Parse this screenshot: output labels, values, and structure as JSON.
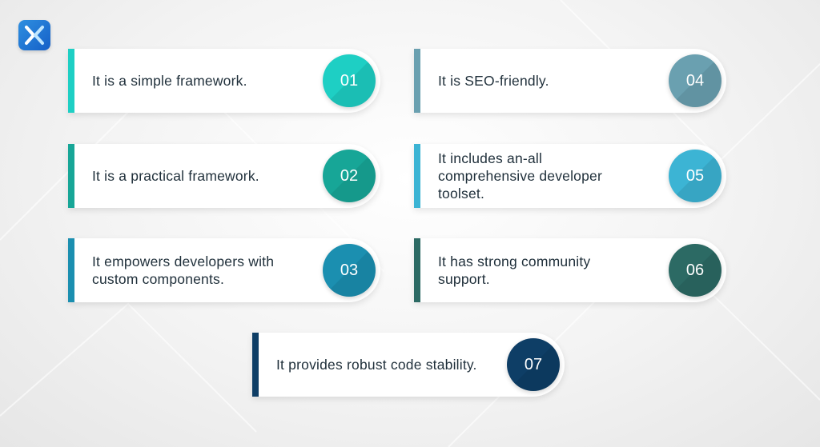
{
  "colors": {
    "c01": "#1ecfc4",
    "c02": "#17a697",
    "c03": "#1b8fb0",
    "c04": "#6aa0b0",
    "c05": "#3cb4d4",
    "c06": "#2c6a64",
    "c07": "#0e3e66"
  },
  "items": [
    {
      "number": "01",
      "text": "It is a simple framework."
    },
    {
      "number": "02",
      "text": "It is a practical framework."
    },
    {
      "number": "03",
      "text": "It empowers developers with custom components."
    },
    {
      "number": "04",
      "text": "It is SEO-friendly."
    },
    {
      "number": "05",
      "text": "It includes an-all comprehensive developer toolset."
    },
    {
      "number": "06",
      "text": "It has strong community support."
    },
    {
      "number": "07",
      "text": "It provides robust code stability."
    }
  ]
}
